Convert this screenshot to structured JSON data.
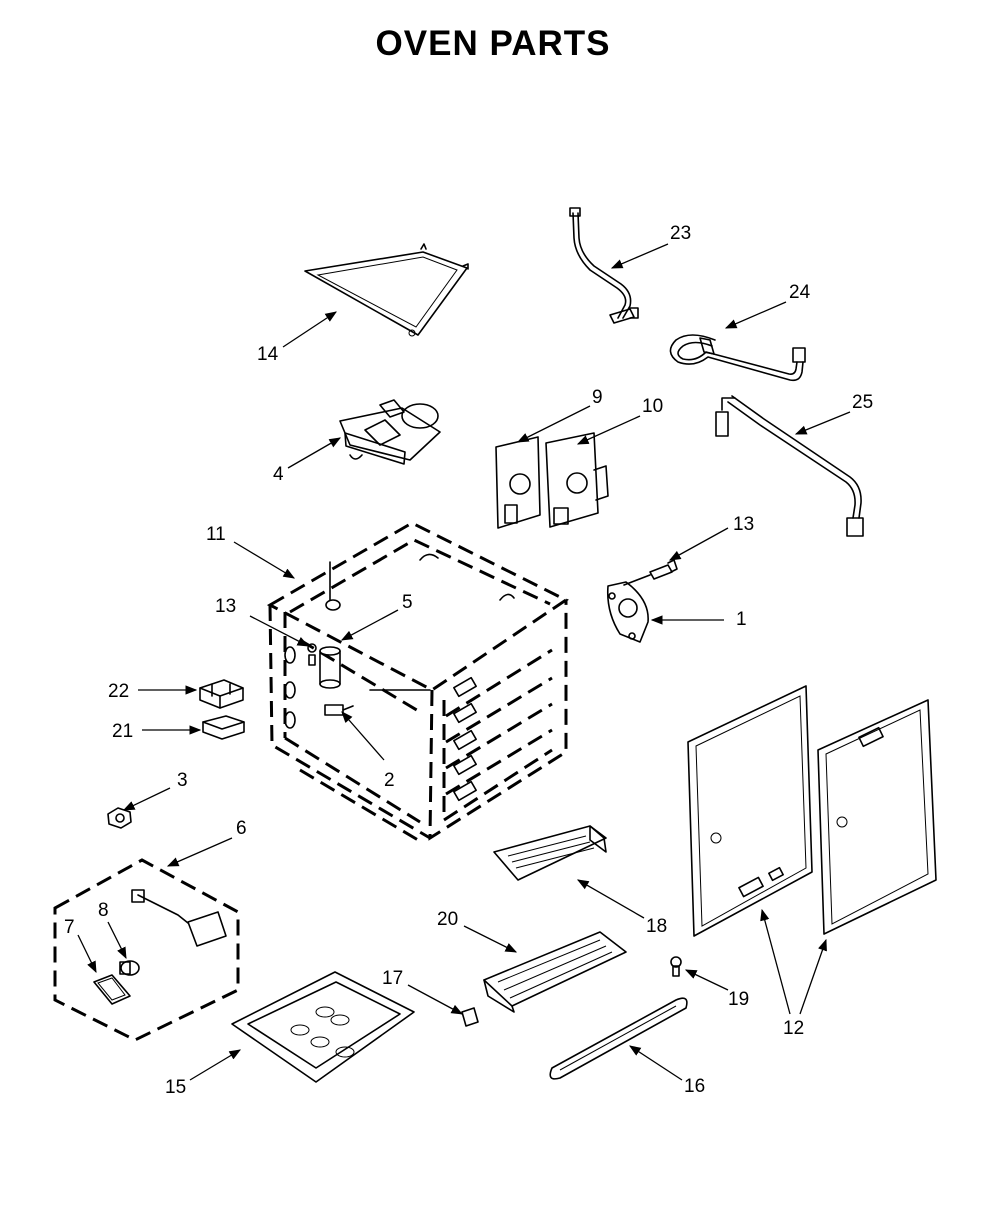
{
  "title": "OVEN PARTS",
  "callouts": [
    "1",
    "2",
    "3",
    "4",
    "5",
    "6",
    "7",
    "8",
    "9",
    "10",
    "11",
    "12",
    "13",
    "14",
    "15",
    "16",
    "17",
    "18",
    "19",
    "20",
    "21",
    "22",
    "23",
    "24",
    "25"
  ],
  "callout_positions": [
    {
      "n": "23"
    },
    {
      "n": "24"
    },
    {
      "n": "25"
    },
    {
      "n": "14"
    },
    {
      "n": "9"
    },
    {
      "n": "10"
    },
    {
      "n": "4"
    },
    {
      "n": "11"
    },
    {
      "n": "13"
    },
    {
      "n": "13"
    },
    {
      "n": "5"
    },
    {
      "n": "1"
    },
    {
      "n": "22"
    },
    {
      "n": "21"
    },
    {
      "n": "2"
    },
    {
      "n": "3"
    },
    {
      "n": "6"
    },
    {
      "n": "8"
    },
    {
      "n": "7"
    },
    {
      "n": "18"
    },
    {
      "n": "20"
    },
    {
      "n": "17"
    },
    {
      "n": "19"
    },
    {
      "n": "12"
    },
    {
      "n": "15"
    },
    {
      "n": "16"
    }
  ]
}
